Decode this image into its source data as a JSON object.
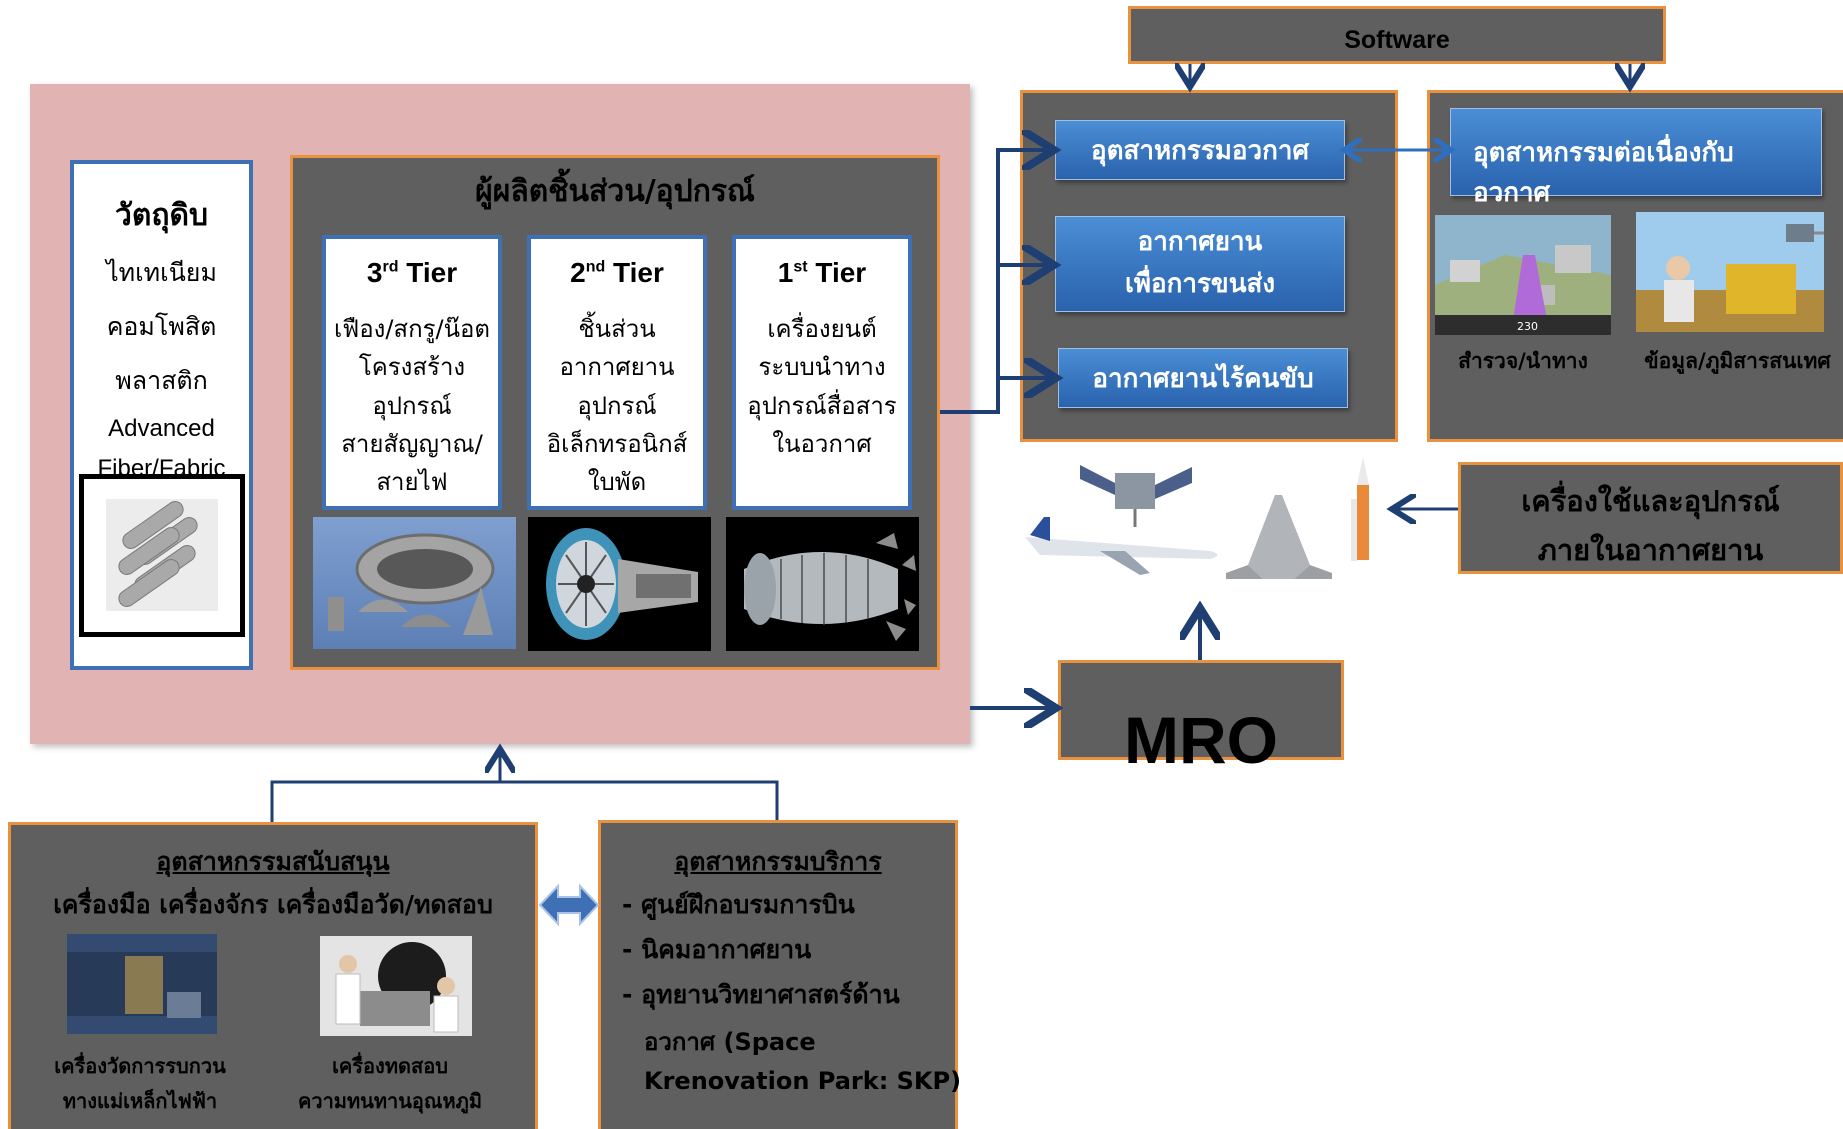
{
  "software": "Software",
  "materials": {
    "title": "วัตถุดิบ",
    "items": [
      "ไทเทเนียม",
      "คอมโพสิต",
      "พลาสติก",
      "Advanced",
      "Fiber/Fabric"
    ]
  },
  "manufacturer": {
    "title": "ผู้ผลิตชิ้นส่วน/อุปกรณ์",
    "tiers": [
      {
        "num": "3",
        "sup": "rd",
        "label": "Tier",
        "lines": [
          "เฟือง/สกรู/น๊อต",
          "โครงสร้าง",
          "อุปกรณ์",
          "สายสัญญาณ/",
          "สายไฟ"
        ]
      },
      {
        "num": "2",
        "sup": "nd",
        "label": "Tier",
        "lines": [
          "ชิ้นส่วน",
          "อากาศยาน",
          "อุปกรณ์",
          "อิเล็กทรอนิกส์",
          "ใบพัด"
        ]
      },
      {
        "num": "1",
        "sup": "st",
        "label": "Tier",
        "lines": [
          "เครื่องยนต์",
          "ระบบนำทาง",
          "อุปกรณ์สื่อสาร",
          "ในอวกาศ"
        ]
      }
    ]
  },
  "aerospace": {
    "industry": "อุตสาหกรรมอวกาศ",
    "transport_1": "อากาศยาน",
    "transport_2": "เพื่อการขนส่ง",
    "unmanned": "อากาศยานไร้คนขับ"
  },
  "downstream": {
    "title_1": "อุตสาหกรรมต่อเนื่องกับ",
    "title_2": "อวกาศ",
    "caption_survey": "สำรวจ/นำทาง",
    "caption_geo": "ข้อมูล/ภูมิสารสนเทศ",
    "nav_speed": "230"
  },
  "equipment": {
    "line1": "เครื่องใช้และอุปกรณ์",
    "line2": "ภายในอากาศยาน"
  },
  "mro": "MRO",
  "support": {
    "title": "อุตสาหกรรมสนับสนุน",
    "subtitle": "เครื่องมือ เครื่องจักร เครื่องมือวัด/ทดสอบ",
    "cap1_1": "เครื่องวัดการรบกวน",
    "cap1_2": "ทางแม่เหล็กไฟฟ้า",
    "cap2_1": "เครื่องทดสอบ",
    "cap2_2": "ความทนทานอุณหภูมิ"
  },
  "service": {
    "title": "อุตสาหกรรมบริการ",
    "items": [
      "ศูนย์ฝึกอบรมการบิน",
      "นิคมอากาศยาน",
      "อุทยานวิทยาศาสตร์ด้าน"
    ],
    "cont_1": "อวกาศ (Space",
    "cont_2": "Krenovation Park: SKP)"
  },
  "colors": {
    "panel_grey": "#5f5f5f",
    "panel_border": "#e8913f",
    "pink_bg": "#e2b3b3",
    "tier_border": "#3f6fb4",
    "button_blue": "#2f6fc0",
    "arrow_navy": "#1f3f73"
  }
}
